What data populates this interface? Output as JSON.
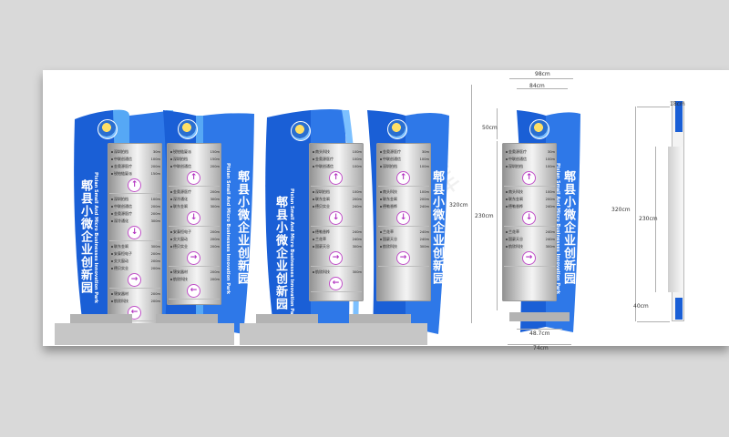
{
  "signage": {
    "cn_title": "郫县小微企业创新园",
    "en_title": "Pixian Small And Micro Businesses Innovation Park",
    "colors": {
      "blue": "#1a5fd6",
      "blue_light": "#56a8f5",
      "arrow": "#b230c0"
    },
    "signs": [
      {
        "variant": "left",
        "rows": [
          {
            "name": "深圳拍档",
            "dist": "30m"
          },
          {
            "name": "中联创通信",
            "dist": "100m"
          },
          {
            "name": "金奥源医疗",
            "dist": "200m"
          },
          {
            "name": "锐铂链厦派",
            "dist": "150m"
          },
          {
            "name": "深圳拍档",
            "dist": "100m"
          },
          {
            "name": "中联创通信",
            "dist": "200m"
          },
          {
            "name": "金奥源医疗",
            "dist": "200m"
          },
          {
            "name": "深冷通化",
            "dist": "300m"
          },
          {
            "name": "联东金飒",
            "dist": "300m"
          },
          {
            "name": "安泰恒电子",
            "dist": "200m"
          },
          {
            "name": "交大窗动",
            "dist": "200m"
          },
          {
            "name": "德贝实业",
            "dist": "200m"
          },
          {
            "name": "锦安器材",
            "dist": "200m"
          },
          {
            "name": "航欣科技",
            "dist": "200m"
          }
        ]
      },
      {
        "variant": "left",
        "rows": [
          {
            "name": "锐铂链厦派",
            "dist": "150m"
          },
          {
            "name": "深圳拍档",
            "dist": "150m"
          },
          {
            "name": "中联创通信",
            "dist": "200m"
          },
          {
            "name": "金奥源医疗",
            "dist": "200m"
          },
          {
            "name": "深冷通化",
            "dist": "300m"
          },
          {
            "name": "联东金飒",
            "dist": "300m"
          },
          {
            "name": "安泰恒电子",
            "dist": "200m"
          },
          {
            "name": "交大窗动",
            "dist": "200m"
          },
          {
            "name": "德贝实业",
            "dist": "200m"
          },
          {
            "name": "锦安器材",
            "dist": "200m"
          },
          {
            "name": "航欣科技",
            "dist": "200m"
          }
        ]
      },
      {
        "variant": "right",
        "rows": [
          {
            "name": "南头科技",
            "dist": "100m"
          },
          {
            "name": "金奥源医疗",
            "dist": "100m"
          },
          {
            "name": "中联创通信",
            "dist": "100m"
          },
          {
            "name": "深圳拍档",
            "dist": "100m"
          },
          {
            "name": "联东金飒",
            "dist": "200m"
          },
          {
            "name": "德贝实业",
            "dist": "240m"
          },
          {
            "name": "德勒香桦",
            "dist": "240m"
          },
          {
            "name": "兰花草",
            "dist": "240m"
          },
          {
            "name": "国豪天谷",
            "dist": "300m"
          },
          {
            "name": "航欣科技",
            "dist": "300m"
          }
        ]
      },
      {
        "variant": "right",
        "rows": [
          {
            "name": "金奥源医疗",
            "dist": "30m"
          },
          {
            "name": "中联创通信",
            "dist": "100m"
          },
          {
            "name": "深圳拍档",
            "dist": "100m"
          },
          {
            "name": "南头科技",
            "dist": "100m"
          },
          {
            "name": "联东金飒",
            "dist": "200m"
          },
          {
            "name": "德勒香桦",
            "dist": "240m"
          },
          {
            "name": "兰花草",
            "dist": "240m"
          },
          {
            "name": "国豪天谷",
            "dist": "240m"
          },
          {
            "name": "航欣科技",
            "dist": "300m"
          }
        ]
      },
      {
        "variant": "right",
        "rows": [
          {
            "name": "金奥源医疗",
            "dist": "30m"
          },
          {
            "name": "中联创通信",
            "dist": "100m"
          },
          {
            "name": "深圳拍档",
            "dist": "100m"
          },
          {
            "name": "南头科技",
            "dist": "100m"
          },
          {
            "name": "联东金飒",
            "dist": "200m"
          },
          {
            "name": "德勒香桦",
            "dist": "240m"
          },
          {
            "name": "兰花草",
            "dist": "240m"
          },
          {
            "name": "国豪天谷",
            "dist": "240m"
          },
          {
            "name": "航欣科技",
            "dist": "300m"
          }
        ]
      }
    ]
  },
  "dimensions": {
    "top_width": "98cm",
    "panel_width": "84cm",
    "top_height": "50cm",
    "total_height": "320cm",
    "panel_height": "230cm",
    "base_width": "48.7cm",
    "bottom_width": "74cm",
    "side_top": "18cm",
    "side_total": "320cm",
    "side_panel": "230cm",
    "side_base": "40cm"
  },
  "watermark": "图 库"
}
